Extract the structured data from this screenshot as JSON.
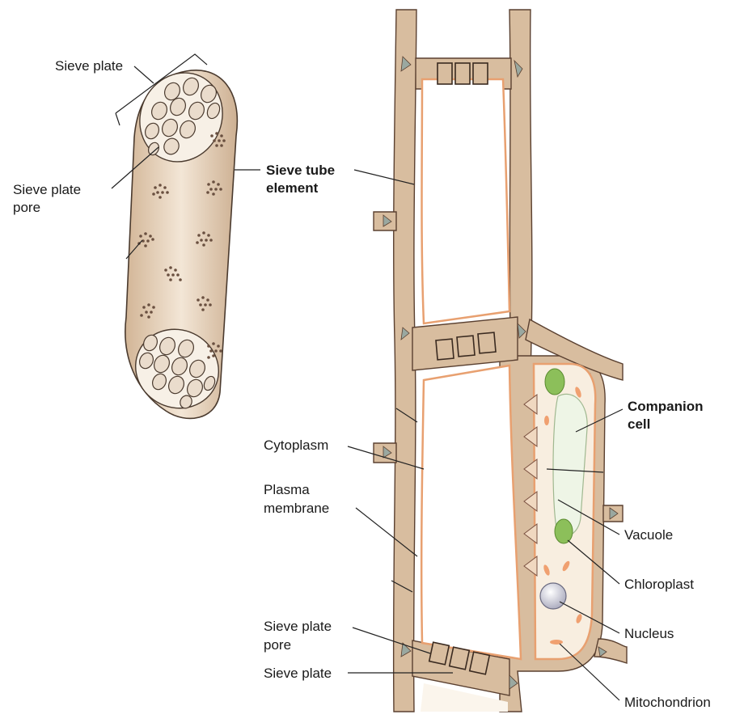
{
  "labels": {
    "left_sieve_plate": "Sieve plate",
    "left_sieve_plate_pore_1": "Sieve plate",
    "left_sieve_plate_pore_2": "pore",
    "sieve_tube_element_1": "Sieve tube",
    "sieve_tube_element_2": "element",
    "companion_cell_1": "Companion",
    "companion_cell_2": "cell",
    "cytoplasm": "Cytoplasm",
    "plasma_membrane_1": "Plasma",
    "plasma_membrane_2": "membrane",
    "vacuole": "Vacuole",
    "chloroplast": "Chloroplast",
    "nucleus": "Nucleus",
    "sieve_plate_pore_1": "Sieve plate",
    "sieve_plate_pore_2": "pore",
    "sieve_plate": "Sieve plate",
    "mitochondrion": "Mitochondrion"
  },
  "colors": {
    "cell_wall": "#d8bd9f",
    "plasma_membrane": "#e8a070",
    "chloroplast": "#8cbf5a",
    "mitochondrion": "#f0a070",
    "vacuole": "#eef5e6",
    "nucleus": "#c8c8d8"
  }
}
